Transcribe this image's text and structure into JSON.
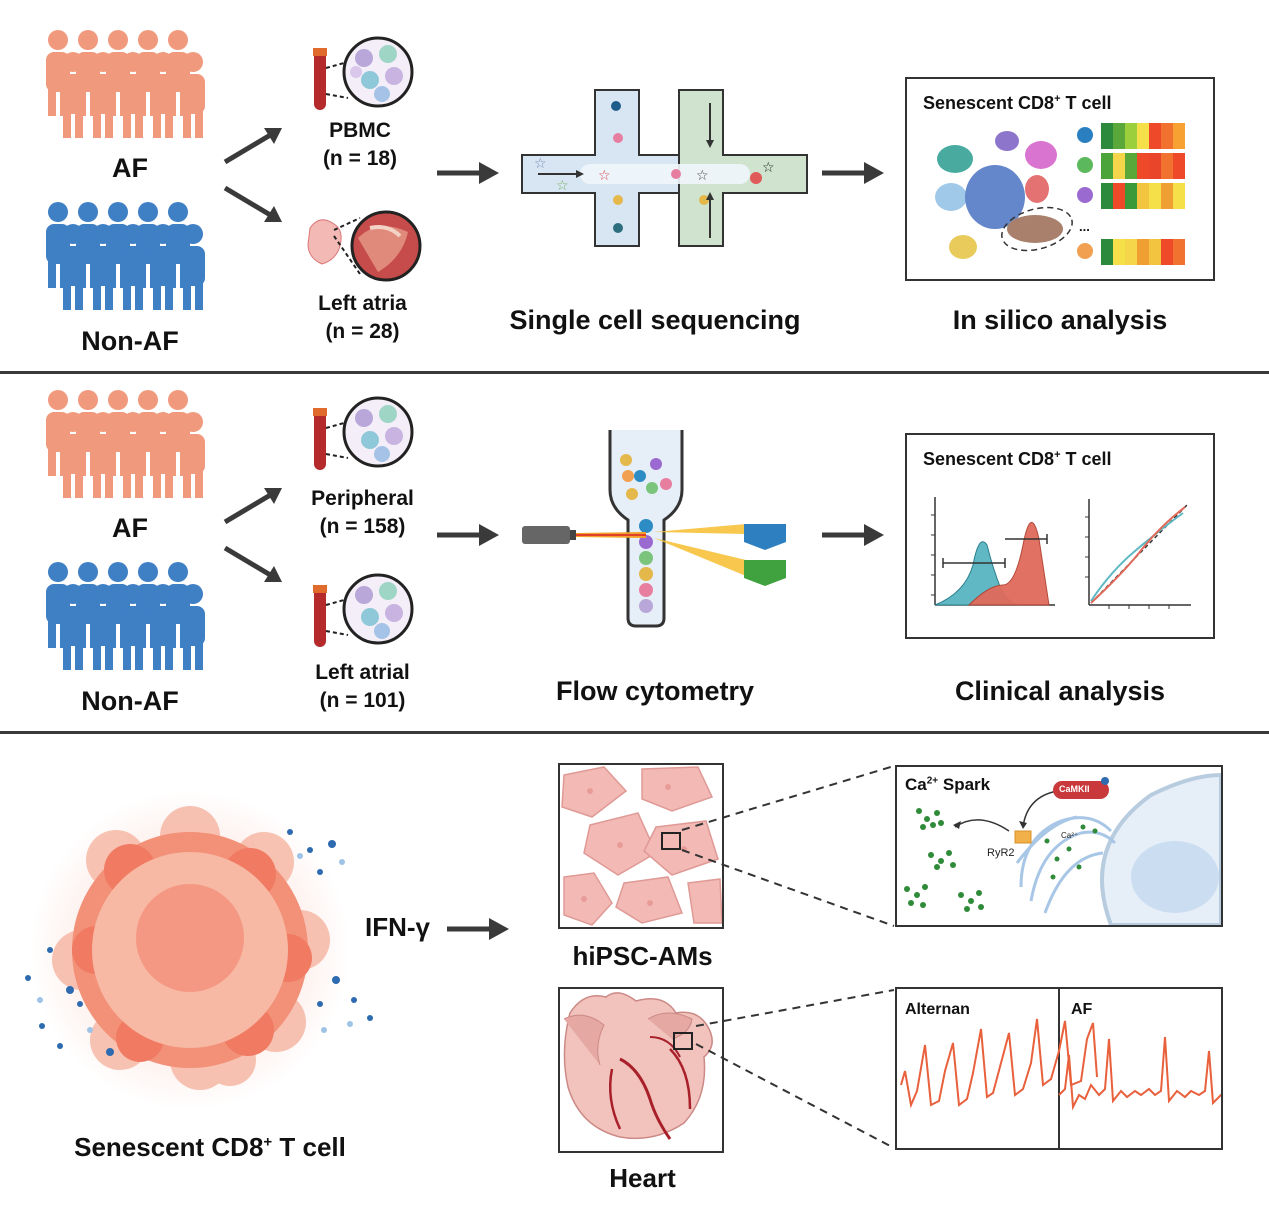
{
  "section1": {
    "group_af": "AF",
    "group_nonaf": "Non-AF",
    "sample1_name": "PBMC",
    "sample1_n": "(n = 18)",
    "sample2_name": "Left atria",
    "sample2_n": "(n = 28)",
    "method": "Single cell sequencing",
    "result_title": "Senescent CD8",
    "result_title_sup": "+",
    "result_title_tail": " T cell",
    "ellipsis": "...",
    "analysis": "In silico analysis"
  },
  "section2": {
    "group_af": "AF",
    "group_nonaf": "Non-AF",
    "sample1_name": "Peripheral",
    "sample1_n": "(n = 158)",
    "sample2_name": "Left atrial",
    "sample2_n": "(n = 101)",
    "method": "Flow cytometry",
    "result_title": "Senescent CD8",
    "result_title_sup": "+",
    "result_title_tail": " T cell",
    "analysis": "Clinical analysis"
  },
  "section3": {
    "cell_label": "Senescent CD8",
    "cell_label_sup": "+",
    "cell_label_tail": " T cell",
    "cytokine": "IFN-γ",
    "model1": "hiPSC-AMs",
    "model2": "Heart",
    "spark_title": "Ca",
    "spark_sup": "2+",
    "spark_tail": " Spark",
    "camk": "CaMKII",
    "ryr2": "RyR2",
    "ca_label": "Ca²⁺",
    "ecg_left": "Alternan",
    "ecg_right": "AF"
  },
  "colors": {
    "af_people": "#f0997d",
    "nonaf_people": "#3f7fc4",
    "arrow": "#3a3a3a",
    "ecg": "#e8603c",
    "cell": "#f2826a"
  }
}
